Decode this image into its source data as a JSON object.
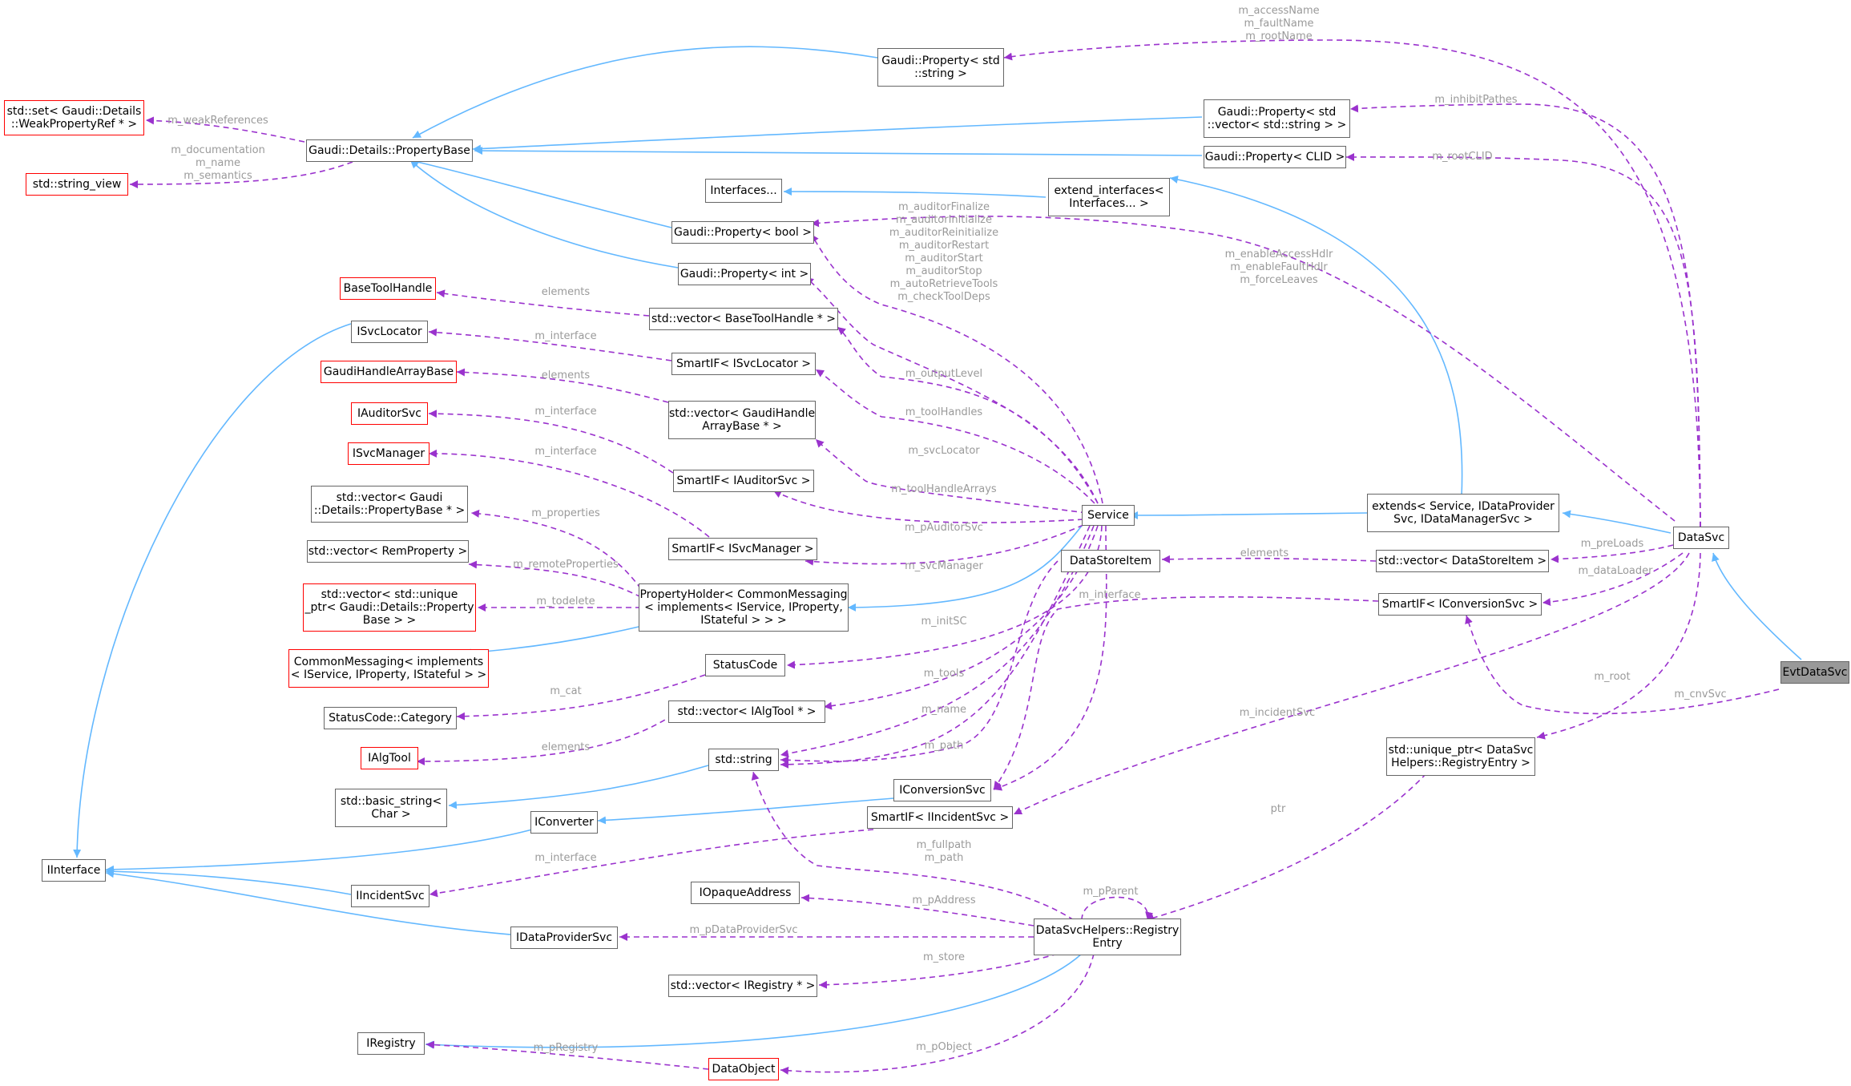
{
  "nodes": {
    "evtdatasvc": "EvtDataSvc",
    "datasvc": "DataSvc",
    "extends": "extends< Service, IDataProvider\nSvc, IDataManagerSvc >",
    "service": "Service",
    "extend_interfaces": "extend_interfaces<\nInterfaces... >",
    "interfaces": "Interfaces...",
    "prop_string": "Gaudi::Property< std\n::string >",
    "prop_vecstring": "Gaudi::Property< std\n::vector< std::string > >",
    "prop_clid": "Gaudi::Property< CLID >",
    "prop_bool": "Gaudi::Property< bool >",
    "prop_int": "Gaudi::Property< int >",
    "propertybase": "Gaudi::Details::PropertyBase",
    "set_weakref": "std::set< Gaudi::Details\n::WeakPropertyRef * >",
    "string_view": "std::string_view",
    "basetoolhandle": "BaseToolHandle",
    "vec_basetoolhandle": "std::vector< BaseToolHandle * >",
    "isvclocator": "ISvcLocator",
    "smartif_isvclocator": "SmartIF< ISvcLocator >",
    "gaudihandlearraybase": "GaudiHandleArrayBase",
    "vec_gaudihandle": "std::vector< GaudiHandle\nArrayBase * >",
    "iauditorsvc": "IAuditorSvc",
    "smartif_iauditorsvc": "SmartIF< IAuditorSvc >",
    "isvcmanager": "ISvcManager",
    "smartif_isvcmanager": "SmartIF< ISvcManager >",
    "vec_propertybase": "std::vector< Gaudi\n::Details::PropertyBase * >",
    "vec_remproperty": "std::vector< RemProperty >",
    "vec_unique_ptr": "std::vector< std::unique\n_ptr< Gaudi::Details::Property\nBase > >",
    "propertyholder": "PropertyHolder< CommonMessaging\n< implements< IService, IProperty,\nIStateful > > >",
    "commonmessaging": "CommonMessaging< implements\n< IService, IProperty, IStateful > >",
    "statuscode": "StatusCode",
    "statuscode_category": "StatusCode::Category",
    "vec_ialgtool": "std::vector< IAlgTool * >",
    "ialgtool": "IAlgTool",
    "std_string": "std::string",
    "basic_string": "std::basic_string<\nChar >",
    "iconversionsvc": "IConversionSvc",
    "iconverter": "IConverter",
    "smartif_iincidentsvc": "SmartIF< IIncidentSvc >",
    "iinterface": "IInterface",
    "iincidentsvc": "IIncidentSvc",
    "datastoreitem": "DataStoreItem",
    "vec_datastoreitem": "std::vector< DataStoreItem >",
    "smartif_iconversionsvc": "SmartIF< IConversionSvc >",
    "unique_ptr_registry": "std::unique_ptr< DataSvc\nHelpers::RegistryEntry >",
    "iopaqueaddress": "IOpaqueAddress",
    "registryentry": "DataSvcHelpers::Registry\nEntry",
    "idataprovidersvc": "IDataProviderSvc",
    "vec_iregistry": "std::vector< IRegistry * >",
    "iregistry": "IRegistry",
    "dataobject": "DataObject"
  },
  "edge_labels": {
    "m_accessname": "m_accessName\nm_faultName\nm_rootName",
    "m_inhibitpathes": "m_inhibitPathes",
    "m_rootclid": "m_rootCLID",
    "m_enableaccesshdlr": "m_enableAccessHdlr\nm_enableFaultHdlr\nm_forceLeaves",
    "m_auditorfinalize": "m_auditorFinalize\nm_auditorInitialize\nm_auditorReinitialize\nm_auditorRestart\nm_auditorStart\nm_auditorStop\nm_autoRetrieveTools\nm_checkToolDeps",
    "m_weakreferences": "m_weakReferences",
    "m_documentation": "m_documentation\nm_name\nm_semantics",
    "elements_basetool": "elements",
    "m_interface_svclocator": "m_interface",
    "elements_gaudihandle": "elements",
    "m_interface_auditor": "m_interface",
    "m_interface_svcmanager": "m_interface",
    "m_properties": "m_properties",
    "m_remoteproperties": "m_remoteProperties",
    "m_todelete": "m_todelete",
    "m_cat": "m_cat",
    "elements_ialgtool": "elements",
    "m_interface_incident": "m_interface",
    "m_outputlevel": "m_outputLevel",
    "m_toolhandles": "m_toolHandles",
    "m_svclocator": "m_svcLocator",
    "m_toolhandlearrays": "m_toolHandleArrays",
    "m_pauditorsvc": "m_pAuditorSvc",
    "m_svcmanager": "m_svcManager",
    "m_initsc": "m_initSC",
    "m_tools": "m_tools",
    "m_name": "m_name",
    "m_path": "m_path",
    "elements_datastore": "elements",
    "m_interface_conv": "m_interface",
    "m_preloads": "m_preLoads",
    "m_dataloader": "m_dataLoader",
    "m_root": "m_root",
    "m_cnvsvc": "m_cnvSvc",
    "m_incidentsvc": "m_incidentSvc",
    "ptr": "ptr",
    "m_fullpath": "m_fullpath\nm_path",
    "m_pparent": "m_pParent",
    "m_paddress": "m_pAddress",
    "m_pdataprovidersvc": "m_pDataProviderSvc",
    "m_store": "m_store",
    "m_pregistry": "m_pRegistry",
    "m_pobject": "m_pObject"
  },
  "colors": {
    "inheritance": "#63b8ff",
    "usage": "#9a32cd",
    "edge_label": "#9a9a9a",
    "node_border": "#666666",
    "undocumented_border": "#ff0000",
    "current_class_fill": "#999999"
  }
}
